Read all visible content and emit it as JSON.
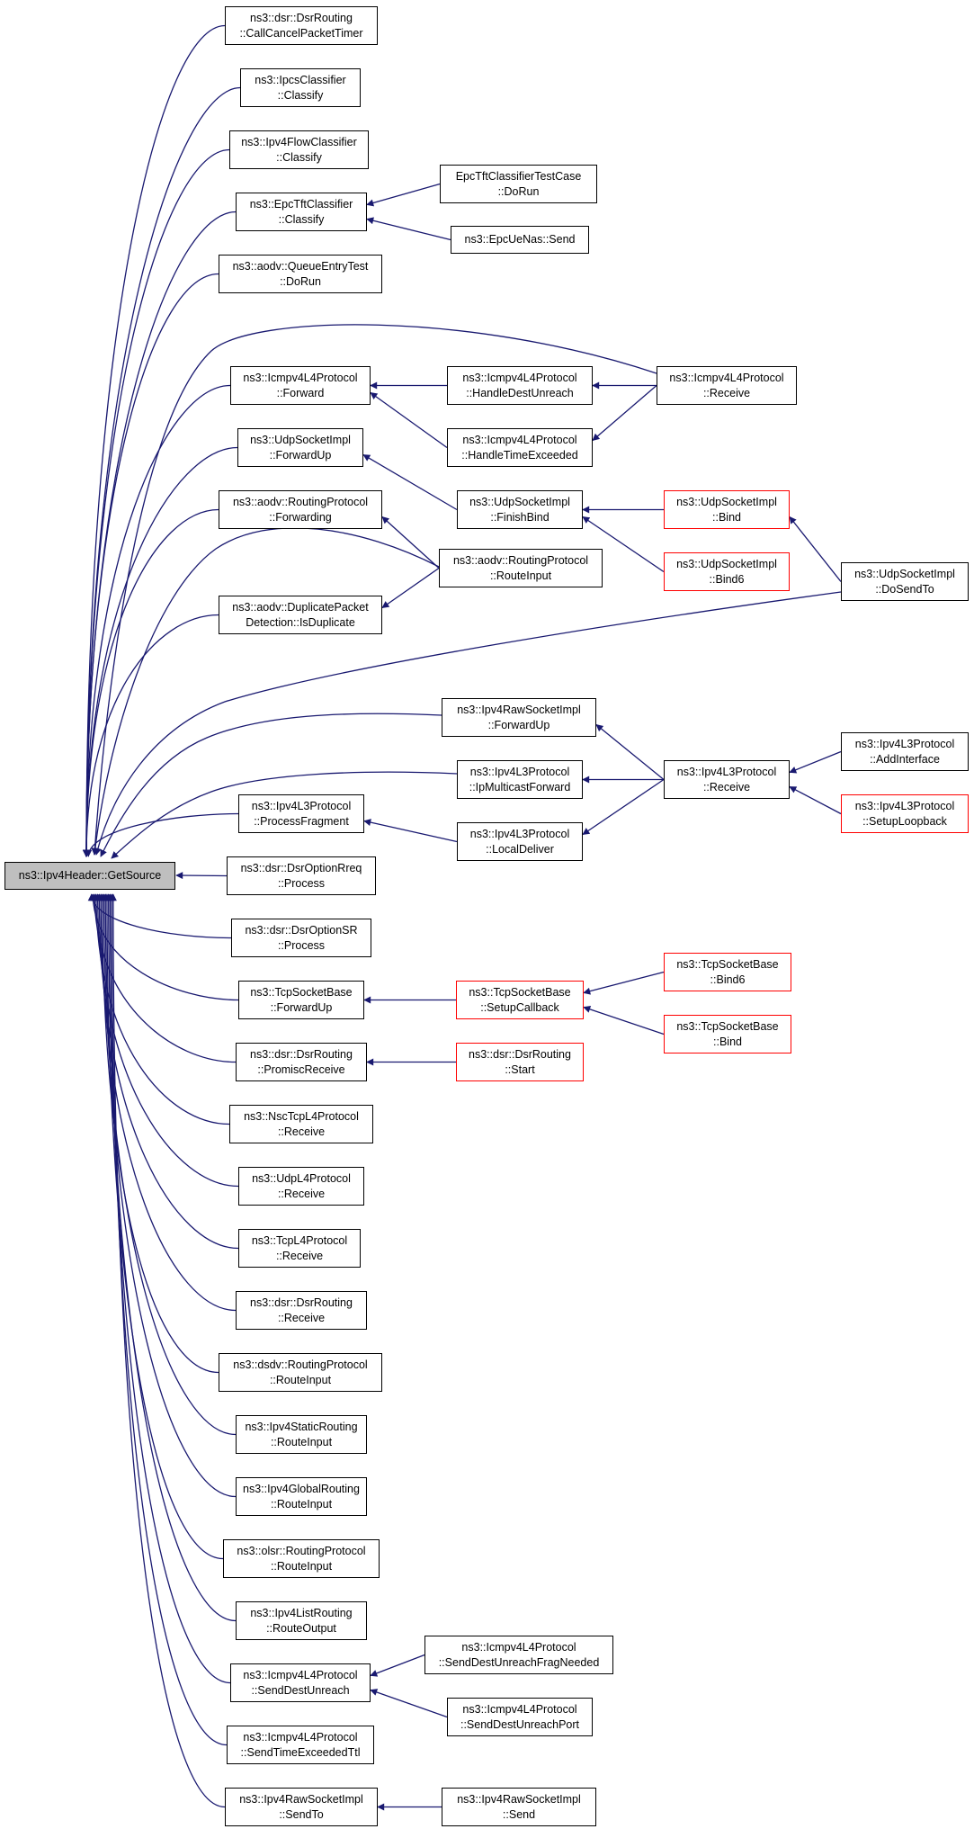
{
  "diagram": {
    "colors": {
      "edge": "#191970",
      "node_border": "#000000",
      "truncated_border": "#ff0000",
      "root_fill": "#bfbfbf",
      "background": "#ffffff"
    },
    "nodes": [
      {
        "id": "root",
        "lines": [
          "ns3::Ipv4Header::GetSource"
        ],
        "style": "root"
      },
      {
        "id": "n1",
        "lines": [
          "ns3::dsr::DsrRouting",
          "::CallCancelPacketTimer"
        ]
      },
      {
        "id": "n2",
        "lines": [
          "ns3::IpcsClassifier",
          "::Classify"
        ]
      },
      {
        "id": "n3",
        "lines": [
          "ns3::Ipv4FlowClassifier",
          "::Classify"
        ]
      },
      {
        "id": "n4",
        "lines": [
          "ns3::EpcTftClassifier",
          "::Classify"
        ]
      },
      {
        "id": "n4a",
        "lines": [
          "EpcTftClassifierTestCase",
          "::DoRun"
        ]
      },
      {
        "id": "n4b",
        "lines": [
          "ns3::EpcUeNas::Send"
        ]
      },
      {
        "id": "n5",
        "lines": [
          "ns3::aodv::QueueEntryTest",
          "::DoRun"
        ]
      },
      {
        "id": "n6",
        "lines": [
          "ns3::Icmpv4L4Protocol",
          "::Forward"
        ]
      },
      {
        "id": "n6a",
        "lines": [
          "ns3::Icmpv4L4Protocol",
          "::HandleDestUnreach"
        ]
      },
      {
        "id": "n6b",
        "lines": [
          "ns3::Icmpv4L4Protocol",
          "::HandleTimeExceeded"
        ]
      },
      {
        "id": "n6c",
        "lines": [
          "ns3::Icmpv4L4Protocol",
          "::Receive"
        ]
      },
      {
        "id": "n7",
        "lines": [
          "ns3::UdpSocketImpl",
          "::ForwardUp"
        ]
      },
      {
        "id": "n7a",
        "lines": [
          "ns3::UdpSocketImpl",
          "::FinishBind"
        ]
      },
      {
        "id": "n7b",
        "lines": [
          "ns3::UdpSocketImpl",
          "::Bind"
        ],
        "style": "red"
      },
      {
        "id": "n7c",
        "lines": [
          "ns3::UdpSocketImpl",
          "::Bind6"
        ],
        "style": "red"
      },
      {
        "id": "n7d",
        "lines": [
          "ns3::UdpSocketImpl",
          "::DoSendTo"
        ]
      },
      {
        "id": "n8",
        "lines": [
          "ns3::aodv::RoutingProtocol",
          "::Forwarding"
        ]
      },
      {
        "id": "n8a",
        "lines": [
          "ns3::aodv::RoutingProtocol",
          "::RouteInput"
        ]
      },
      {
        "id": "n9",
        "lines": [
          "ns3::aodv::DuplicatePacket",
          "Detection::IsDuplicate"
        ]
      },
      {
        "id": "n10",
        "lines": [
          "ns3::Ipv4RawSocketImpl",
          "::ForwardUp"
        ]
      },
      {
        "id": "n11",
        "lines": [
          "ns3::Ipv4L3Protocol",
          "::IpMulticastForward"
        ]
      },
      {
        "id": "n11a",
        "lines": [
          "ns3::Ipv4L3Protocol",
          "::Receive"
        ]
      },
      {
        "id": "n11b",
        "lines": [
          "ns3::Ipv4L3Protocol",
          "::AddInterface"
        ]
      },
      {
        "id": "n11c",
        "lines": [
          "ns3::Ipv4L3Protocol",
          "::SetupLoopback"
        ],
        "style": "red"
      },
      {
        "id": "n12",
        "lines": [
          "ns3::Ipv4L3Protocol",
          "::ProcessFragment"
        ]
      },
      {
        "id": "n12a",
        "lines": [
          "ns3::Ipv4L3Protocol",
          "::LocalDeliver"
        ]
      },
      {
        "id": "n13",
        "lines": [
          "ns3::dsr::DsrOptionRreq",
          "::Process"
        ]
      },
      {
        "id": "n14",
        "lines": [
          "ns3::dsr::DsrOptionSR",
          "::Process"
        ]
      },
      {
        "id": "n15",
        "lines": [
          "ns3::TcpSocketBase",
          "::ForwardUp"
        ]
      },
      {
        "id": "n15a",
        "lines": [
          "ns3::TcpSocketBase",
          "::SetupCallback"
        ],
        "style": "red"
      },
      {
        "id": "n15b",
        "lines": [
          "ns3::TcpSocketBase",
          "::Bind6"
        ],
        "style": "red"
      },
      {
        "id": "n15c",
        "lines": [
          "ns3::TcpSocketBase",
          "::Bind"
        ],
        "style": "red"
      },
      {
        "id": "n16",
        "lines": [
          "ns3::dsr::DsrRouting",
          "::PromiscReceive"
        ]
      },
      {
        "id": "n16a",
        "lines": [
          "ns3::dsr::DsrRouting",
          "::Start"
        ],
        "style": "red"
      },
      {
        "id": "n17",
        "lines": [
          "ns3::NscTcpL4Protocol",
          "::Receive"
        ]
      },
      {
        "id": "n18",
        "lines": [
          "ns3::UdpL4Protocol",
          "::Receive"
        ]
      },
      {
        "id": "n19",
        "lines": [
          "ns3::TcpL4Protocol",
          "::Receive"
        ]
      },
      {
        "id": "n20",
        "lines": [
          "ns3::dsr::DsrRouting",
          "::Receive"
        ]
      },
      {
        "id": "n21",
        "lines": [
          "ns3::dsdv::RoutingProtocol",
          "::RouteInput"
        ]
      },
      {
        "id": "n22",
        "lines": [
          "ns3::Ipv4StaticRouting",
          "::RouteInput"
        ]
      },
      {
        "id": "n23",
        "lines": [
          "ns3::Ipv4GlobalRouting",
          "::RouteInput"
        ]
      },
      {
        "id": "n24",
        "lines": [
          "ns3::olsr::RoutingProtocol",
          "::RouteInput"
        ]
      },
      {
        "id": "n25",
        "lines": [
          "ns3::Ipv4ListRouting",
          "::RouteOutput"
        ]
      },
      {
        "id": "n26",
        "lines": [
          "ns3::Icmpv4L4Protocol",
          "::SendDestUnreach"
        ]
      },
      {
        "id": "n26a",
        "lines": [
          "ns3::Icmpv4L4Protocol",
          "::SendDestUnreachFragNeeded"
        ]
      },
      {
        "id": "n26b",
        "lines": [
          "ns3::Icmpv4L4Protocol",
          "::SendDestUnreachPort"
        ]
      },
      {
        "id": "n27",
        "lines": [
          "ns3::Icmpv4L4Protocol",
          "::SendTimeExceededTtl"
        ]
      },
      {
        "id": "n28",
        "lines": [
          "ns3::Ipv4RawSocketImpl",
          "::SendTo"
        ]
      },
      {
        "id": "n28a",
        "lines": [
          "ns3::Ipv4RawSocketImpl",
          "::Send"
        ]
      }
    ],
    "edges": [
      {
        "from": "n1",
        "to": "root"
      },
      {
        "from": "n2",
        "to": "root"
      },
      {
        "from": "n3",
        "to": "root"
      },
      {
        "from": "n4",
        "to": "root"
      },
      {
        "from": "n5",
        "to": "root"
      },
      {
        "from": "n6",
        "to": "root"
      },
      {
        "from": "n6c",
        "to": "root"
      },
      {
        "from": "n7",
        "to": "root"
      },
      {
        "from": "n8",
        "to": "root"
      },
      {
        "from": "n8a",
        "to": "root"
      },
      {
        "from": "n9",
        "to": "root"
      },
      {
        "from": "n7d",
        "to": "root"
      },
      {
        "from": "n10",
        "to": "root"
      },
      {
        "from": "n11",
        "to": "root"
      },
      {
        "from": "n12",
        "to": "root"
      },
      {
        "from": "n13",
        "to": "root"
      },
      {
        "from": "n14",
        "to": "root"
      },
      {
        "from": "n15",
        "to": "root"
      },
      {
        "from": "n16",
        "to": "root"
      },
      {
        "from": "n17",
        "to": "root"
      },
      {
        "from": "n18",
        "to": "root"
      },
      {
        "from": "n19",
        "to": "root"
      },
      {
        "from": "n20",
        "to": "root"
      },
      {
        "from": "n21",
        "to": "root"
      },
      {
        "from": "n22",
        "to": "root"
      },
      {
        "from": "n23",
        "to": "root"
      },
      {
        "from": "n24",
        "to": "root"
      },
      {
        "from": "n25",
        "to": "root"
      },
      {
        "from": "n26",
        "to": "root"
      },
      {
        "from": "n27",
        "to": "root"
      },
      {
        "from": "n28",
        "to": "root"
      },
      {
        "from": "n4a",
        "to": "n4"
      },
      {
        "from": "n4b",
        "to": "n4"
      },
      {
        "from": "n6a",
        "to": "n6"
      },
      {
        "from": "n6b",
        "to": "n6"
      },
      {
        "from": "n6c",
        "to": "n6a"
      },
      {
        "from": "n6c",
        "to": "n6b"
      },
      {
        "from": "n7a",
        "to": "n7"
      },
      {
        "from": "n7b",
        "to": "n7a"
      },
      {
        "from": "n7c",
        "to": "n7a"
      },
      {
        "from": "n7d",
        "to": "n7b"
      },
      {
        "from": "n8a",
        "to": "n8"
      },
      {
        "from": "n8a",
        "to": "n9"
      },
      {
        "from": "n11a",
        "to": "n10"
      },
      {
        "from": "n11a",
        "to": "n11"
      },
      {
        "from": "n11a",
        "to": "n12a"
      },
      {
        "from": "n11b",
        "to": "n11a"
      },
      {
        "from": "n11c",
        "to": "n11a"
      },
      {
        "from": "n12a",
        "to": "n12"
      },
      {
        "from": "n15a",
        "to": "n15"
      },
      {
        "from": "n15b",
        "to": "n15a"
      },
      {
        "from": "n15c",
        "to": "n15a"
      },
      {
        "from": "n16a",
        "to": "n16"
      },
      {
        "from": "n26a",
        "to": "n26"
      },
      {
        "from": "n26b",
        "to": "n26"
      },
      {
        "from": "n28a",
        "to": "n28"
      }
    ]
  }
}
